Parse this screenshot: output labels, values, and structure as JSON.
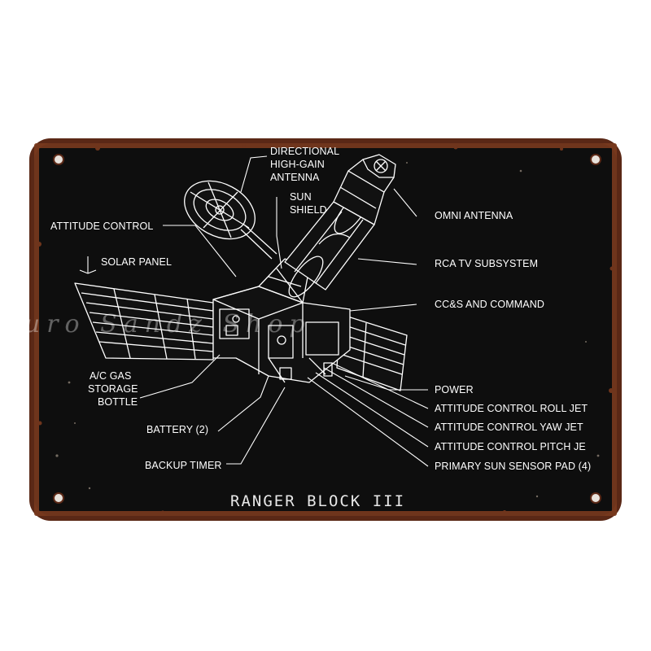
{
  "sign": {
    "background": "#0d0d0d",
    "rust": "#6b2e18",
    "title": "RANGER BLOCK III",
    "watermark": "Euro Sandz Shop"
  },
  "labels": {
    "directional_antenna": [
      "DIRECTIONAL",
      "HIGH-GAIN",
      "ANTENNA"
    ],
    "sun_shield": [
      "SUN",
      "SHIELD"
    ],
    "attitude_control": "ATTITUDE CONTROL",
    "solar_panel": "SOLAR PANEL",
    "ac_gas": [
      "A/C GAS",
      "STORAGE",
      "BOTTLE"
    ],
    "battery": "BATTERY (2)",
    "backup_timer": "BACKUP TIMER",
    "omni_antenna": "OMNI ANTENNA",
    "rca_tv": "RCA TV SUBSYSTEM",
    "ccs_command": "CC&S AND COMMAND",
    "power": "POWER",
    "roll_jet": "ATTITUDE CONTROL ROLL JET",
    "yaw_jet": "ATTITUDE CONTROL YAW JET",
    "pitch_jet": "ATTITUDE CONTROL PITCH JE",
    "sun_sensor": "PRIMARY SUN SENSOR PAD (4)"
  }
}
